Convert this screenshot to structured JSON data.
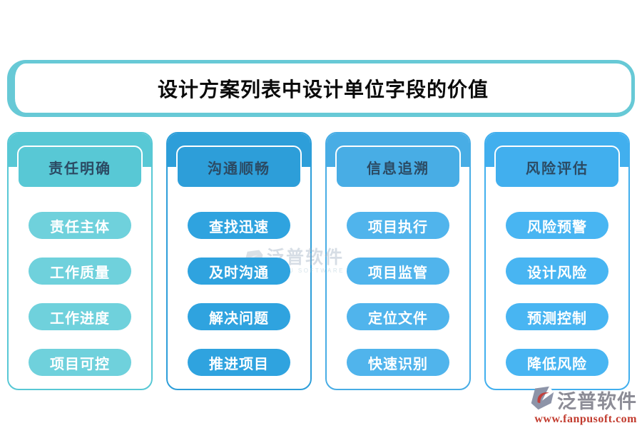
{
  "page": {
    "title": "设计方案列表中设计单位字段的价值"
  },
  "columns": [
    {
      "header": "责任明确",
      "theme_color": "#58C8D5",
      "pill_color": "#6FD1DC",
      "items": [
        "责任主体",
        "工作质量",
        "工作进度",
        "项目可控"
      ]
    },
    {
      "header": "沟通顺畅",
      "theme_color": "#2D9ED9",
      "pill_color": "#2FA3DF",
      "items": [
        "查找迅速",
        "及时沟通",
        "解决问题",
        "推进项目"
      ]
    },
    {
      "header": "信息追溯",
      "theme_color": "#48ADE5",
      "pill_color": "#50B4EC",
      "items": [
        "项目执行",
        "项目监管",
        "定位文件",
        "快速识别"
      ]
    },
    {
      "header": "风险评估",
      "theme_color": "#41AFEE",
      "pill_color": "#48B5F2",
      "items": [
        "风险预警",
        "设计风险",
        "预测控制",
        "降低风险"
      ]
    }
  ],
  "watermark": {
    "name": "泛普软件",
    "subtext": "FANPU SOFTWARE"
  },
  "brand": {
    "name": "泛普软件",
    "url": "www.fanpusoft.com"
  },
  "colors": {
    "title_border": "#67C9D6",
    "header_text": "#2B4A63",
    "pill_text": "#FFFFFF",
    "brand_name": "#8C8C96",
    "brand_url": "#C23B2E",
    "logo_gray": "#8D94A8",
    "logo_red": "#C2403C"
  }
}
